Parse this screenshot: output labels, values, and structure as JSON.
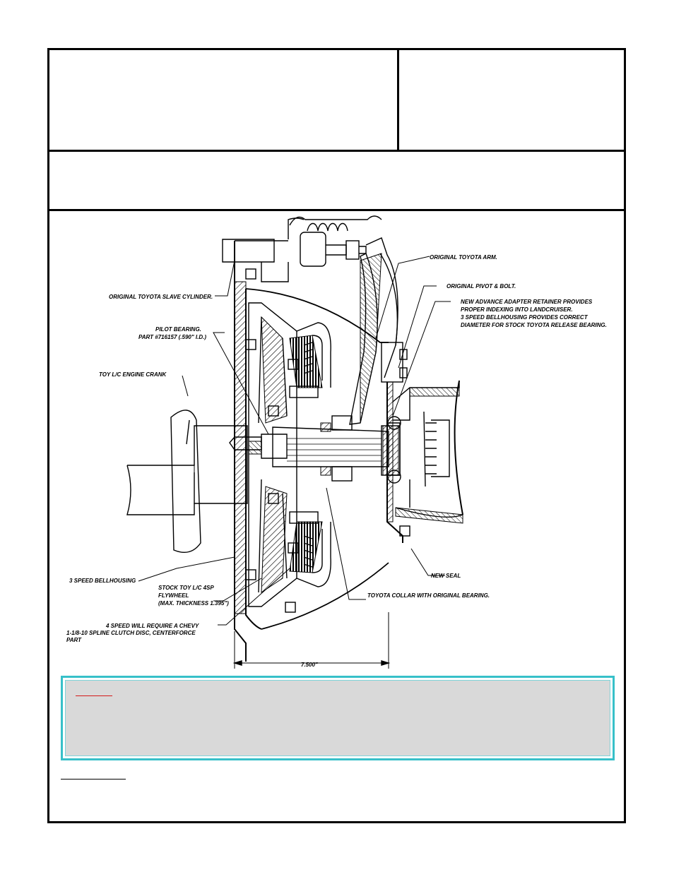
{
  "callouts": {
    "toyota_arm": "ORIGINAL TOYOTA ARM.",
    "pivot_bolt": "ORIGINAL PIVOT & BOLT.",
    "retainer_1": "NEW ADVANCE ADAPTER RETAINER PROVIDES",
    "retainer_2": "PROPER INDEXING INTO LANDCRUISER.",
    "retainer_3": "3 SPEED BELLHOUSING PROVIDES CORRECT",
    "retainer_4": "DIAMETER FOR STOCK TOYOTA RELEASE BEARING.",
    "slave_cylinder": "ORIGINAL TOYOTA SLAVE CYLINDER.",
    "pilot_bearing_1": "PILOT BEARING.",
    "pilot_bearing_2": "PART #716157 (.590\" I.D.)",
    "engine_crank": "TOY L/C ENGINE CRANK",
    "new_seal": "NEW SEAL",
    "bellhousing": "3 SPEED BELLHOUSING",
    "flywheel_1": "STOCK TOY L/C 4SP",
    "flywheel_2": "FLYWHEEL",
    "flywheel_3": "(MAX. THICKNESS 1.395\")",
    "collar": "TOYOTA COLLAR WITH ORIGINAL BEARING.",
    "disc_1": "4 SPEED WILL REQUIRE A CHEVY",
    "disc_2": "1-1/8-10 SPLINE CLUTCH DISC, CENTERFORCE",
    "disc_3": "PART",
    "dimension": "7.500\""
  },
  "colors": {
    "frame": "#000000",
    "note_border": "#37c0c9",
    "note_fill": "#d9d9d9",
    "note_accent": "#d31a1a"
  }
}
